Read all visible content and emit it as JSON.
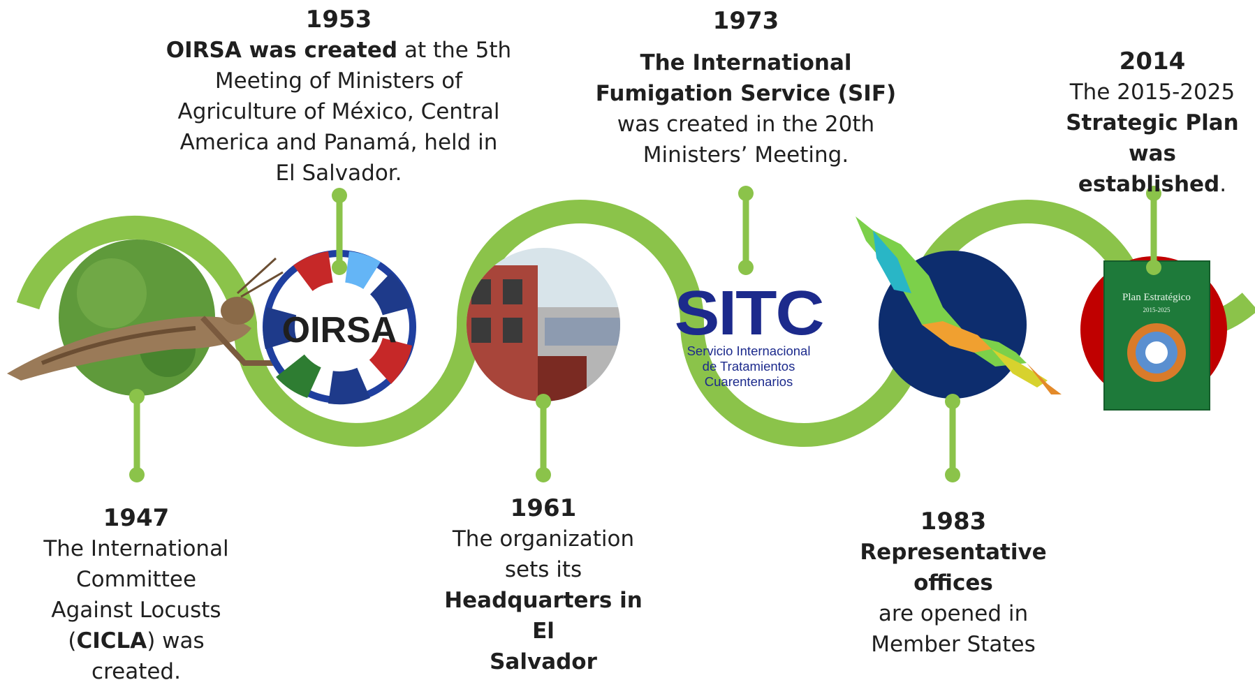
{
  "colors": {
    "wave": "#8bc34a",
    "connector": "#8bc34a",
    "text": "#1f1f1f",
    "sitc_blue": "#1c2a8c",
    "map_circle": "#0d2d6e",
    "plan_red": "#c00000",
    "plan_green": "#1e7a3a"
  },
  "events": {
    "e1947": {
      "year": "1947",
      "t1": "The International",
      "t2": "Committee",
      "t3": "Against Locusts",
      "t4a": "(",
      "t4b": "CICLA",
      "t4c": ") was",
      "t5": "created."
    },
    "e1953": {
      "year": "1953",
      "t1a": "OIRSA was created",
      "t1b": " at the 5th",
      "t2": "Meeting of Ministers of",
      "t3": "Agriculture of México, Central",
      "t4": "America and Panamá, held in",
      "t5": "El Salvador."
    },
    "e1961": {
      "year": "1961",
      "t1": "The organization",
      "t2": "sets its",
      "t3": "Headquarters in El",
      "t4": "Salvador"
    },
    "e1973": {
      "year": "1973",
      "t1": "The International",
      "t2": "Fumigation Service (SIF)",
      "t3": "was created in the 20th",
      "t4": "Ministers’ Meeting."
    },
    "e1983": {
      "year": "1983",
      "t1": "Representative offices",
      "t2": "are opened in",
      "t3": "Member States"
    },
    "e2014": {
      "year": "2014",
      "t1": "The  2015-2025",
      "t2": "Strategic Plan",
      "t3a": "was established",
      "t3b": "."
    }
  },
  "logos": {
    "oirsa": "OIRSA",
    "sitc": {
      "word": "SITC",
      "l1": "Servicio Internacional",
      "l2": "de Tratamientos",
      "l3": "Cuarentenarios"
    },
    "plan": {
      "title": "Plan Estratégico",
      "years": "2015-2025"
    }
  },
  "icons": [
    "grasshopper-image",
    "oirsa-logo",
    "headquarters-building-image",
    "sitc-logo",
    "central-america-map",
    "strategic-plan-cover"
  ]
}
